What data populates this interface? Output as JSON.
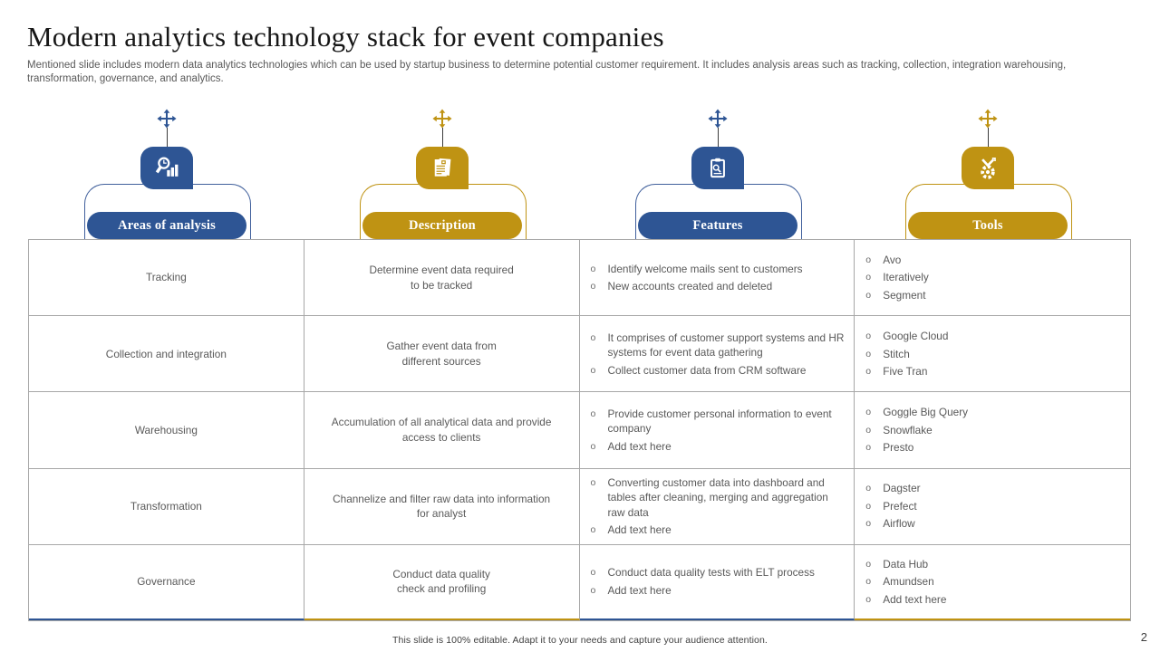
{
  "slide": {
    "title": "Modern analytics technology stack for event companies",
    "subtitle": "Mentioned slide includes modern data analytics technologies which can be used by startup business to determine potential customer requirement. It includes analysis areas such as tracking, collection, integration warehousing, transformation, governance, and analytics.",
    "footer": "This slide is 100% editable.  Adapt it to your  needs and capture your audience attention.",
    "page_number": "2"
  },
  "colors": {
    "blue": "#2E5594",
    "gold": "#BF9313",
    "table_border": "#A7A7A7",
    "body_text": "#595959"
  },
  "list_bullet": "o",
  "columns": [
    {
      "label": "Areas of analysis",
      "theme": "blue",
      "icon": "magnifier-bar-chart-icon"
    },
    {
      "label": "Description",
      "theme": "gold",
      "icon": "document-icon"
    },
    {
      "label": "Features",
      "theme": "blue",
      "icon": "clipboard-icon"
    },
    {
      "label": "Tools",
      "theme": "gold",
      "icon": "gear-tools-icon"
    }
  ],
  "rows": [
    {
      "area": "Tracking",
      "description": "Determine  event  data required\nto be tracked",
      "features": [
        "Identify  welcome  mails  sent to customers",
        "New  accounts created and  deleted"
      ],
      "tools": [
        "Avo",
        "Iteratively",
        "Segment"
      ]
    },
    {
      "area": "Collection and  integration",
      "description": "Gather  event  data from\ndifferent  sources",
      "features": [
        "It comprises of customer support  systems and HR  systems for event  data  gathering",
        "Collect customer  data  from CRM  software"
      ],
      "tools": [
        "Google Cloud",
        "Stitch",
        "Five Tran"
      ]
    },
    {
      "area": "Warehousing",
      "description": "Accumulation of all analytical data and  provide\naccess to clients",
      "features": [
        "Provide  customer  personal  information  to event  company",
        "Add text here"
      ],
      "tools": [
        "Goggle Big Query",
        "Snowflake",
        "Presto"
      ]
    },
    {
      "area": "Transformation",
      "description": "Channelize  and  filter raw  data into information\nfor analyst",
      "features": [
        "Converting  customer data into dashboard and  tables  after  cleaning,  merging  and aggregation  raw  data",
        "Add text here"
      ],
      "tools": [
        "Dagster",
        "Prefect",
        "Airflow"
      ]
    },
    {
      "area": "Governance",
      "description": "Conduct  data quality\ncheck and  profiling",
      "features": [
        "Conduct  data  quality  tests with ELT  process",
        "Add text here"
      ],
      "tools": [
        "Data Hub",
        "Amundsen",
        "Add text here"
      ]
    }
  ]
}
